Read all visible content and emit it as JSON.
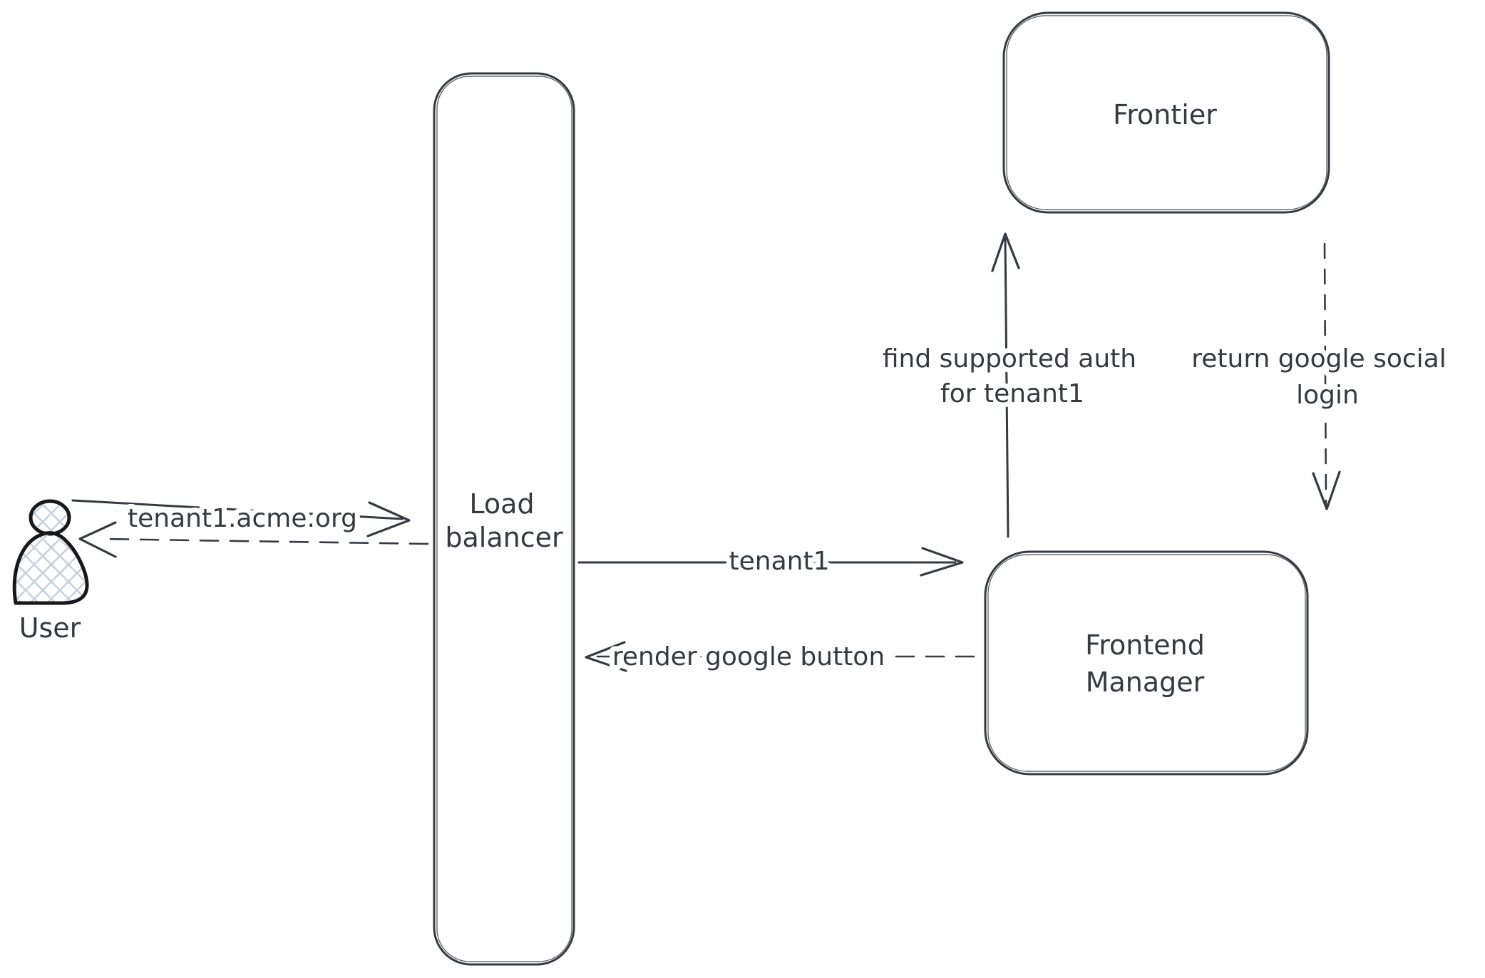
{
  "diagram": {
    "nodes": {
      "user": {
        "label": "User",
        "shape": "person-icon"
      },
      "load_balancer": {
        "line1": "Load",
        "line2": "balancer",
        "shape": "tall-rounded-rectangle"
      },
      "frontier": {
        "label": "Frontier",
        "shape": "rounded-rectangle"
      },
      "frontend_manager": {
        "line1": "Frontend",
        "line2": "Manager",
        "shape": "rounded-rectangle"
      }
    },
    "edges": {
      "user_to_load_balancer": {
        "label": "tenant1.acme.org",
        "style": "solid",
        "direction": "right"
      },
      "load_balancer_to_user": {
        "label": "",
        "style": "dashed",
        "direction": "left"
      },
      "load_balancer_to_frontend_manager": {
        "label": "tenant1",
        "style": "solid",
        "direction": "right"
      },
      "frontend_manager_to_load_balancer": {
        "label": "render google button",
        "style": "dashed",
        "direction": "left"
      },
      "frontend_manager_to_frontier": {
        "line1": "find supported auth",
        "line2": "for tenant1",
        "style": "solid",
        "direction": "up"
      },
      "frontier_to_frontend_manager": {
        "line1": "return google social",
        "line2": "login",
        "style": "dashed",
        "direction": "down"
      }
    },
    "colors": {
      "stroke": "#343a40",
      "person_stroke": "#17181c",
      "hatch_fill": "#c9d2da",
      "background": "#ffffff"
    }
  }
}
